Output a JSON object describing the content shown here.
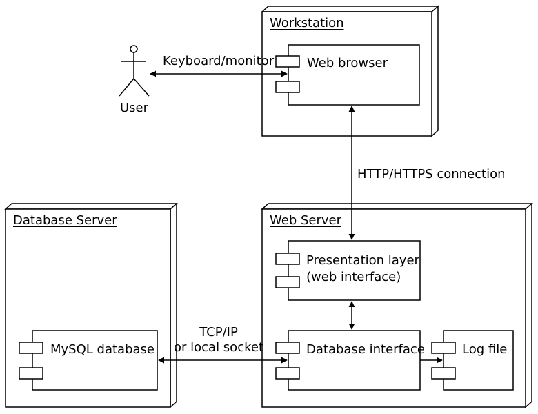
{
  "nodes": {
    "workstation": "Workstation",
    "web_server": "Web Server",
    "database_server": "Database Server"
  },
  "components": {
    "web_browser": "Web browser",
    "presentation_layer_line1": "Presentation layer",
    "presentation_layer_line2": "(web interface)",
    "database_interface": "Database interface",
    "log_file": "Log file",
    "mysql_database": "MySQL database"
  },
  "actor": {
    "user": "User"
  },
  "connections": {
    "keyboard_monitor": "Keyboard/monitor",
    "http": "HTTP/HTTPS connection",
    "tcp_line1": "TCP/IP",
    "tcp_line2": "or local socket"
  }
}
